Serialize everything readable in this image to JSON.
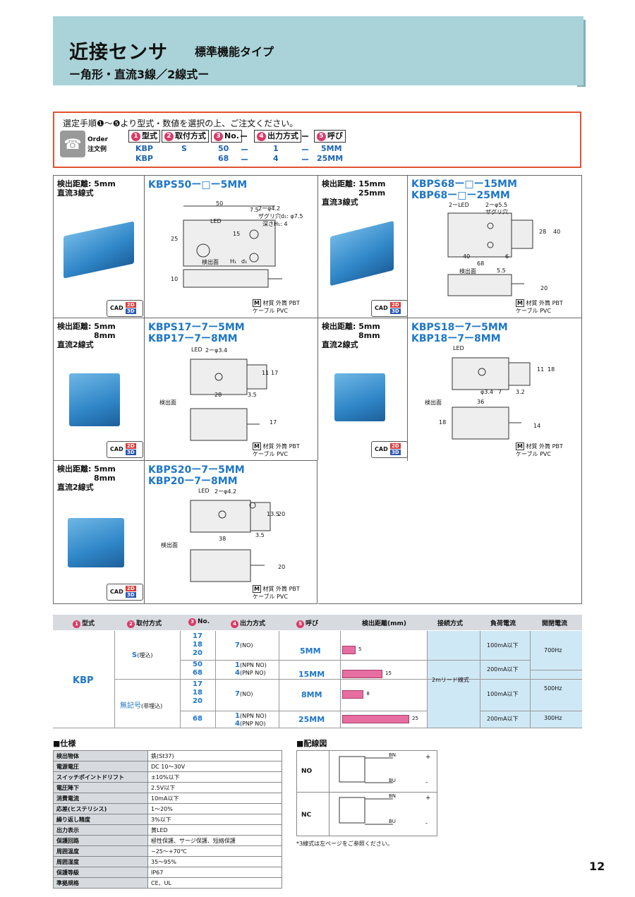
{
  "header": {
    "title": "近接センサ",
    "type": "標準機能タイプ",
    "subtitle": "ー角形・直流3線／2線式ー"
  },
  "order": {
    "lead": "選定手順❶～❺より型式・数値を選択の上、ご注文ください。",
    "label_en": "Order",
    "label_jp": "注文例",
    "steps": [
      {
        "num": "1",
        "label": "型式"
      },
      {
        "num": "2",
        "label": "取付方式"
      },
      {
        "num": "3",
        "label": "No."
      },
      {
        "num": "4",
        "label": "出力方式"
      },
      {
        "num": "5",
        "label": "呼び"
      }
    ],
    "dash": "ー",
    "rows": [
      [
        "KBP",
        "S",
        "50",
        "ー",
        "1",
        "ー",
        "5MM"
      ],
      [
        "KBP",
        "",
        "68",
        "ー",
        "4",
        "ー",
        "25MM"
      ]
    ]
  },
  "products": [
    {
      "spec": [
        "検出距離: 5mm",
        "直流3線式"
      ],
      "model": [
        "KBPS50ー□ー5MM"
      ],
      "dims": [
        "50",
        "2ーφ4.2",
        "ザグリ穴d₁: φ7.5",
        "深さH₁: 4",
        "LED",
        "25",
        "15",
        "7.5",
        "検出面",
        "10",
        "H₁",
        "d₁"
      ]
    },
    {
      "spec": [
        "検出距離: 15mm",
        "25mm",
        "直流3線式"
      ],
      "model": [
        "KBPS68ー□ー15MM",
        "KBP68ー□ー25MM"
      ],
      "dims": [
        "2ーLED",
        "2ーφ5.5",
        "ザグリ穴",
        "28",
        "40",
        "68",
        "40",
        "6",
        "検出面",
        "5.5",
        "20"
      ]
    },
    {
      "spec": [
        "検出距離: 5mm",
        "8mm",
        "直流2線式"
      ],
      "model": [
        "KBPS17ー7ー5MM",
        "KBP17ー7ー8MM"
      ],
      "dims": [
        "LED",
        "2ーφ3.4",
        "11",
        "17",
        "28",
        "3.5",
        "検出面",
        "17"
      ]
    },
    {
      "spec": [
        "検出距離: 5mm",
        "8mm",
        "直流2線式"
      ],
      "model": [
        "KBPS18ー7ー5MM",
        "KBP18ー7ー8MM"
      ],
      "dims": [
        "LED",
        "11",
        "18",
        "φ3.4",
        "7",
        "3.2",
        "36",
        "検出面",
        "18",
        "14"
      ]
    },
    {
      "spec": [
        "検出距離: 5mm",
        "8mm",
        "直流2線式"
      ],
      "model": [
        "KBPS20ー7ー5MM",
        "KBP20ー7ー8MM"
      ],
      "dims": [
        "LED",
        "2ーφ4.2",
        "13.5",
        "20",
        "38",
        "3.5",
        "検出面",
        "20"
      ]
    }
  ],
  "cad": {
    "label": "CAD",
    "d2": "2D",
    "d3": "3D"
  },
  "material": {
    "m": "M",
    "line1": "材質 外筒 PBT",
    "line2": "ケーブル PVC"
  },
  "table": {
    "headers": [
      {
        "num": "1",
        "label": "型式"
      },
      {
        "num": "2",
        "label": "取付方式"
      },
      {
        "num": "3",
        "label": "No."
      },
      {
        "num": "4",
        "label": "出力方式"
      },
      {
        "num": "5",
        "label": "呼び"
      },
      {
        "num": "",
        "label": "検出距離(mm)"
      },
      {
        "num": "",
        "label": "接続方式"
      },
      {
        "num": "",
        "label": "負荷電流"
      },
      {
        "num": "",
        "label": "開閉電流"
      }
    ],
    "type": "KBP",
    "mount_s": "S",
    "mount_s_note": "(埋込)",
    "mount_n": "無記号",
    "mount_n_note": "(非埋込)",
    "nos": [
      "17",
      "18",
      "20",
      "50",
      "68",
      "17",
      "18",
      "20",
      "68"
    ],
    "out_7": "7",
    "out_7_note": "(NO)",
    "out_1": "1",
    "out_1_note": "(NPN NO)",
    "out_4": "4",
    "out_4_note": "(PNP NO)",
    "sizes": [
      "5MM",
      "15MM",
      "8MM",
      "25MM"
    ],
    "distances": [
      5,
      15,
      8,
      25
    ],
    "connection": "2mリード線式",
    "load": [
      "100mA以下",
      "200mA以下",
      "100mA以下",
      "200mA以下"
    ],
    "switching": [
      "700Hz",
      "500Hz",
      "300Hz"
    ]
  },
  "chart_data": {
    "type": "bar",
    "categories": [
      "5MM",
      "15MM",
      "8MM",
      "25MM"
    ],
    "values": [
      5,
      15,
      8,
      25
    ],
    "title": "",
    "xlabel": "検出距離(mm)",
    "ylabel": ""
  },
  "specs": {
    "title": "■仕様",
    "rows": [
      [
        "検出物体",
        "鉄(St37)"
      ],
      [
        "電源電圧",
        "DC 10～30V"
      ],
      [
        "スイッチポイントドリフト",
        "±10%以下"
      ],
      [
        "電圧降下",
        "2.5V以下"
      ],
      [
        "消費電流",
        "10mA以下"
      ],
      [
        "応差(ヒステリシス)",
        "1～20%"
      ],
      [
        "繰り返し精度",
        "3%以下"
      ],
      [
        "出力表示",
        "黄LED"
      ],
      [
        "保護回路",
        "極性保護、サージ保護、短絡保護"
      ],
      [
        "周囲温度",
        "−25～+70℃"
      ],
      [
        "周囲湿度",
        "35～95%"
      ],
      [
        "保護等級",
        "IP67"
      ],
      [
        "準拠規格",
        "CE、UL"
      ]
    ]
  },
  "wiring": {
    "title": "■配線図",
    "no": "NO",
    "nc": "NC",
    "bn": "BN",
    "bu": "BU",
    "plus": "+",
    "minus": "-",
    "note": "*3線式は左ページをご参照ください。"
  },
  "page_number": "12",
  "colors": {
    "accent": "#1e76c8",
    "header_bg": "#a9d3d8",
    "order_border": "#e2522f",
    "bar": "#e76ea0"
  }
}
